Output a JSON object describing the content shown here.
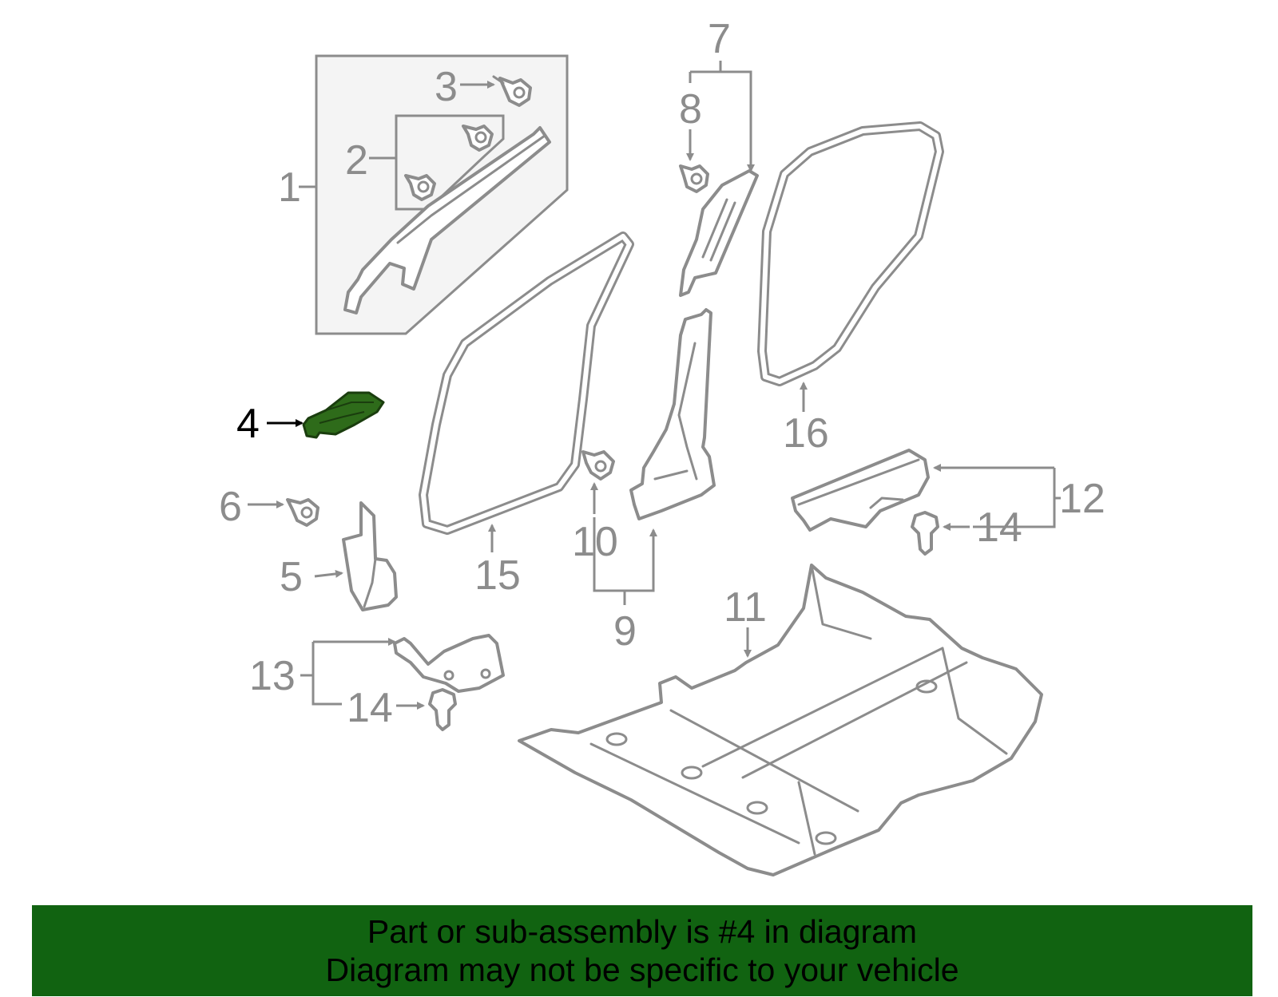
{
  "diagram": {
    "highlighted_part": "4",
    "callouts": [
      "1",
      "2",
      "3",
      "4",
      "5",
      "6",
      "7",
      "8",
      "9",
      "10",
      "11",
      "12",
      "13",
      "14",
      "14",
      "15",
      "16"
    ],
    "colors": {
      "line": "#8c8c8c",
      "highlight_fill": "#2e6b1a",
      "highlight_callout": "#000000",
      "banner_bg": "#116311"
    }
  },
  "banner": {
    "line1": "Part or sub-assembly is #4 in diagram",
    "line2": "Diagram may not be specific to your vehicle"
  }
}
